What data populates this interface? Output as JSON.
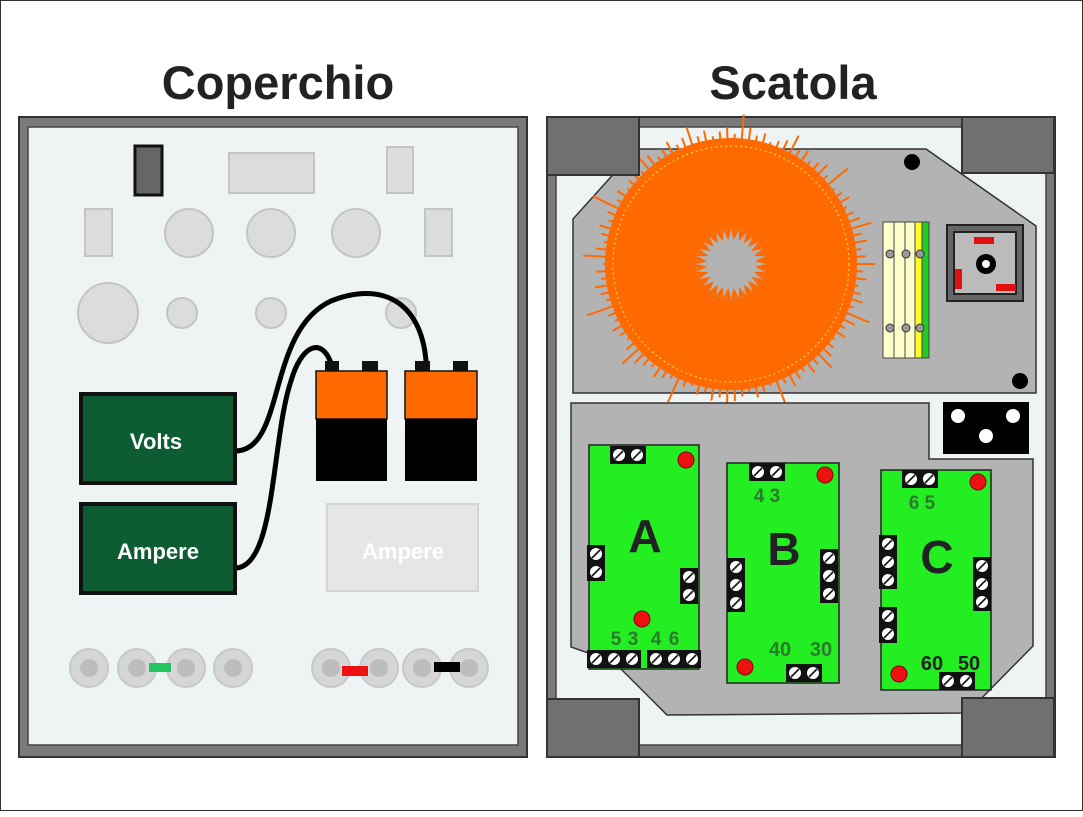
{
  "titles": {
    "lid": "Coperchio",
    "box": "Scatola"
  },
  "lid": {
    "meter_volts": "Volts",
    "meter_ampere": "Ampere",
    "meter_ampere_ghost": "Ampere",
    "jack_colors": {
      "green": "#22c55e",
      "red": "#ee1111",
      "black": "#000000"
    }
  },
  "box": {
    "board_a": {
      "letter": "A",
      "terminal_labels": [
        "5",
        "3",
        "4",
        "6"
      ]
    },
    "board_b": {
      "letter": "B",
      "top_label": "4 3",
      "bottom_labels": [
        "40",
        "30"
      ]
    },
    "board_c": {
      "letter": "C",
      "top_label": "6 5",
      "bottom_labels": [
        "60",
        "50"
      ]
    }
  },
  "colors": {
    "meter_green": "#0d5c33",
    "board_green": "#22ee22",
    "toroid_orange": "#ff6a00",
    "battery_orange": "#ff6a00",
    "panel_gray": "#b3b3b3",
    "lid_face": "#eef3f3"
  }
}
